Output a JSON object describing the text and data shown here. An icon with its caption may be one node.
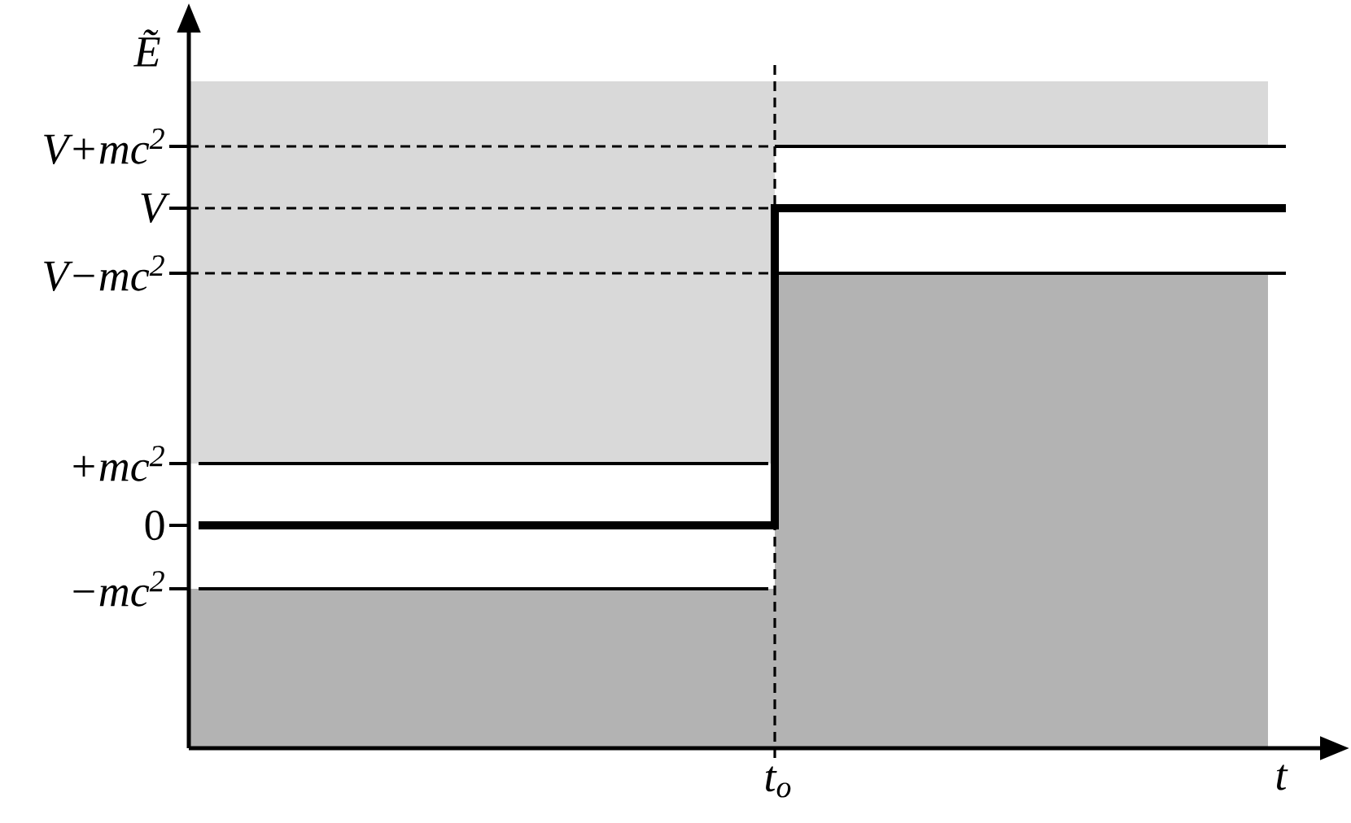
{
  "diagram": {
    "labels": [
      "Ẽ",
      "V+mc$^{2}$",
      "V",
      "V−mc$^{2}$",
      "+mc$^{2}$",
      "0",
      "−mc$^{2}$",
      "t$_{o}$",
      "t"
    ]
  }
}
